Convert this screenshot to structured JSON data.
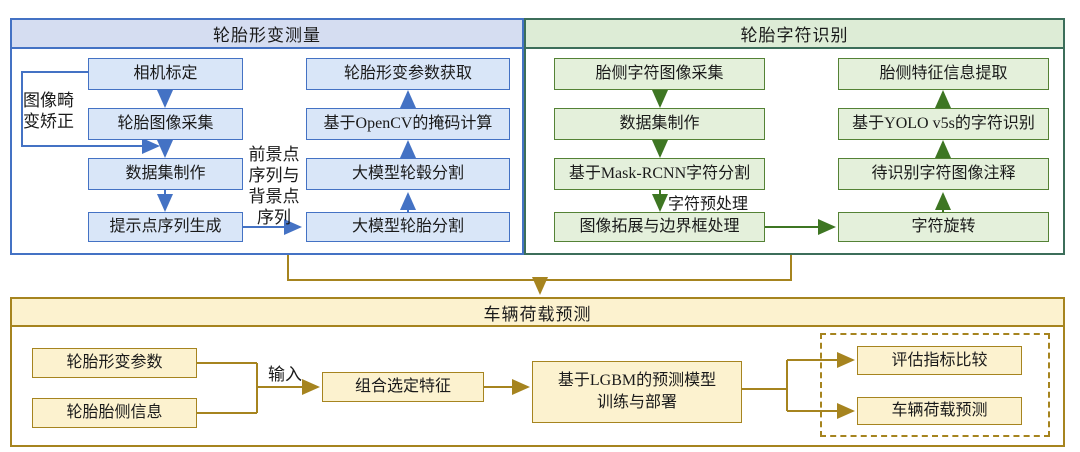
{
  "colors": {
    "blue": "#4472C4",
    "blue-fill": "#D9E6F8",
    "blue-header": "#D5DDF1",
    "green": "#548235",
    "green-arrow": "#3E7623",
    "green-fill": "#E4F0DB",
    "green-header": "#DDECD6",
    "teal": "#3C6E5A",
    "gold": "#A6841F",
    "gold-fill": "#FCF2CF",
    "text": "#1A1A1A"
  },
  "deform": {
    "title": "轮胎形变测量",
    "nodes": {
      "camera": "相机标定",
      "capture": "轮胎图像采集",
      "dataset": "数据集制作",
      "prompt": "提示点序列生成",
      "params": "轮胎形变参数获取",
      "opencv": "基于OpenCV的掩码计算",
      "hub": "大模型轮毂分割",
      "tire": "大模型轮胎分割"
    },
    "labels": {
      "distortion": [
        "图像畸",
        "变矫正"
      ],
      "fgbg": [
        "前景点",
        "序列与",
        "背景点",
        "序列"
      ]
    }
  },
  "ocr": {
    "title": "轮胎字符识别",
    "nodes": {
      "collect": "胎侧字符图像采集",
      "dataset": "数据集制作",
      "maskrcnn": "基于Mask-RCNN字符分割",
      "expand": "图像拓展与边界框处理",
      "extract": "胎侧特征信息提取",
      "yolo": "基于YOLO v5s的字符识别",
      "annotate": "待识别字符图像注释",
      "rotate": "字符旋转"
    },
    "labels": {
      "preprocess": "字符预处理"
    }
  },
  "load": {
    "title": "车辆荷载预测",
    "nodes": {
      "deform_params": "轮胎形变参数",
      "sidewall_info": "轮胎胎侧信息",
      "combine": "组合选定特征",
      "lgbm": [
        "基于LGBM的预测模型",
        "训练与部署"
      ],
      "eval_compare": "评估指标比较",
      "predict": "车辆荷载预测"
    },
    "labels": {
      "input": "输入"
    }
  }
}
